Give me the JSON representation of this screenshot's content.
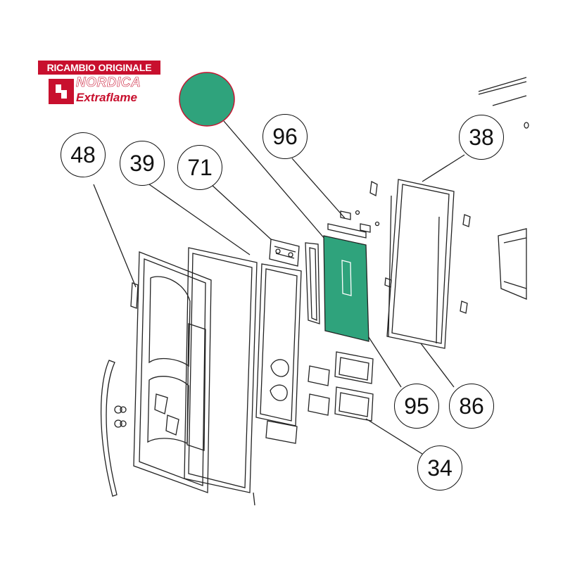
{
  "brand": {
    "banner": "RICAMBIO ORIGINALE",
    "name_line1": "NORDICA",
    "name_line2": "Extraflame",
    "color": "#c8102e"
  },
  "highlight": {
    "color": "#2fa37c",
    "part": "95"
  },
  "callouts": [
    {
      "id": "48",
      "label": "48"
    },
    {
      "id": "39",
      "label": "39"
    },
    {
      "id": "71",
      "label": "71"
    },
    {
      "id": "96",
      "label": "96"
    },
    {
      "id": "38",
      "label": "38"
    },
    {
      "id": "95",
      "label": "95"
    },
    {
      "id": "86",
      "label": "86"
    },
    {
      "id": "34",
      "label": "34"
    }
  ]
}
